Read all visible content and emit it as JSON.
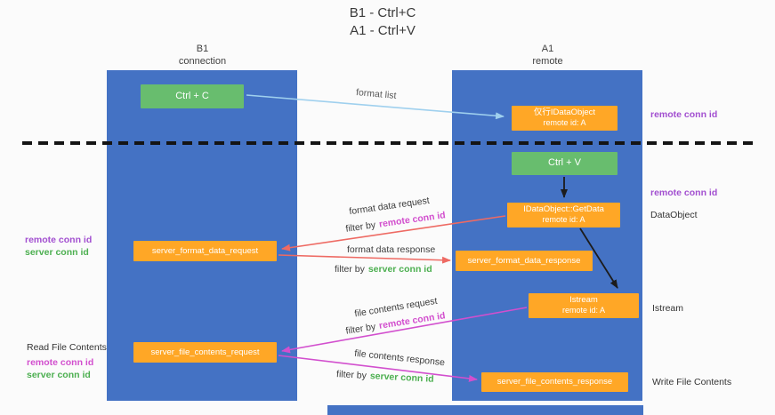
{
  "title": {
    "line1": "B1 - Ctrl+C",
    "line2": "A1 - Ctrl+V"
  },
  "lanes": {
    "left": {
      "name": "B1",
      "subtitle": "connection"
    },
    "right": {
      "name": "A1",
      "subtitle": "remote"
    }
  },
  "nodes": {
    "ctrl_c": {
      "label": "Ctrl + C"
    },
    "idataobject": {
      "line1": "仅行IDataObject",
      "line2": "remote id: A"
    },
    "ctrl_v": {
      "label": "Ctrl + V"
    },
    "getdata": {
      "line1": "IDataObject::GetData",
      "line2": "remote id: A"
    },
    "format_request": {
      "label": "server_format_data_request"
    },
    "format_response": {
      "label": "server_format_data_response"
    },
    "istream": {
      "line1": "Istream",
      "line2": "remote id: A"
    },
    "file_request": {
      "label": "server_file_contents_request"
    },
    "file_response": {
      "label": "server_file_contents_response"
    }
  },
  "arrows": {
    "format_list": "format list",
    "format_data_request": "format data request",
    "format_data_response": "format data response",
    "file_contents_request": "file contents request",
    "file_contents_response": "file contents response"
  },
  "filters": {
    "prefix": "filter by",
    "remote": "remote conn id",
    "server": "server conn id"
  },
  "side_labels": {
    "remote_conn_id": "remote conn id",
    "server_conn_id": "server conn id",
    "dataobject": "DataObject",
    "istream": "Istream",
    "read_file_contents": "Read File Contents",
    "write_file_contents": "Write File Contents"
  },
  "colors": {
    "lane_blue": "#4472c4",
    "box_green": "#68bd6e",
    "box_orange": "#ffa726",
    "arrow_red": "#ee6a63",
    "arrow_magenta": "#d24fce",
    "arrow_light_blue": "#9fd0ee",
    "arrow_black": "#1c1c1c",
    "text_purple": "#a24fd0",
    "text_magenta": "#d24fce",
    "text_green": "#4caf50"
  }
}
